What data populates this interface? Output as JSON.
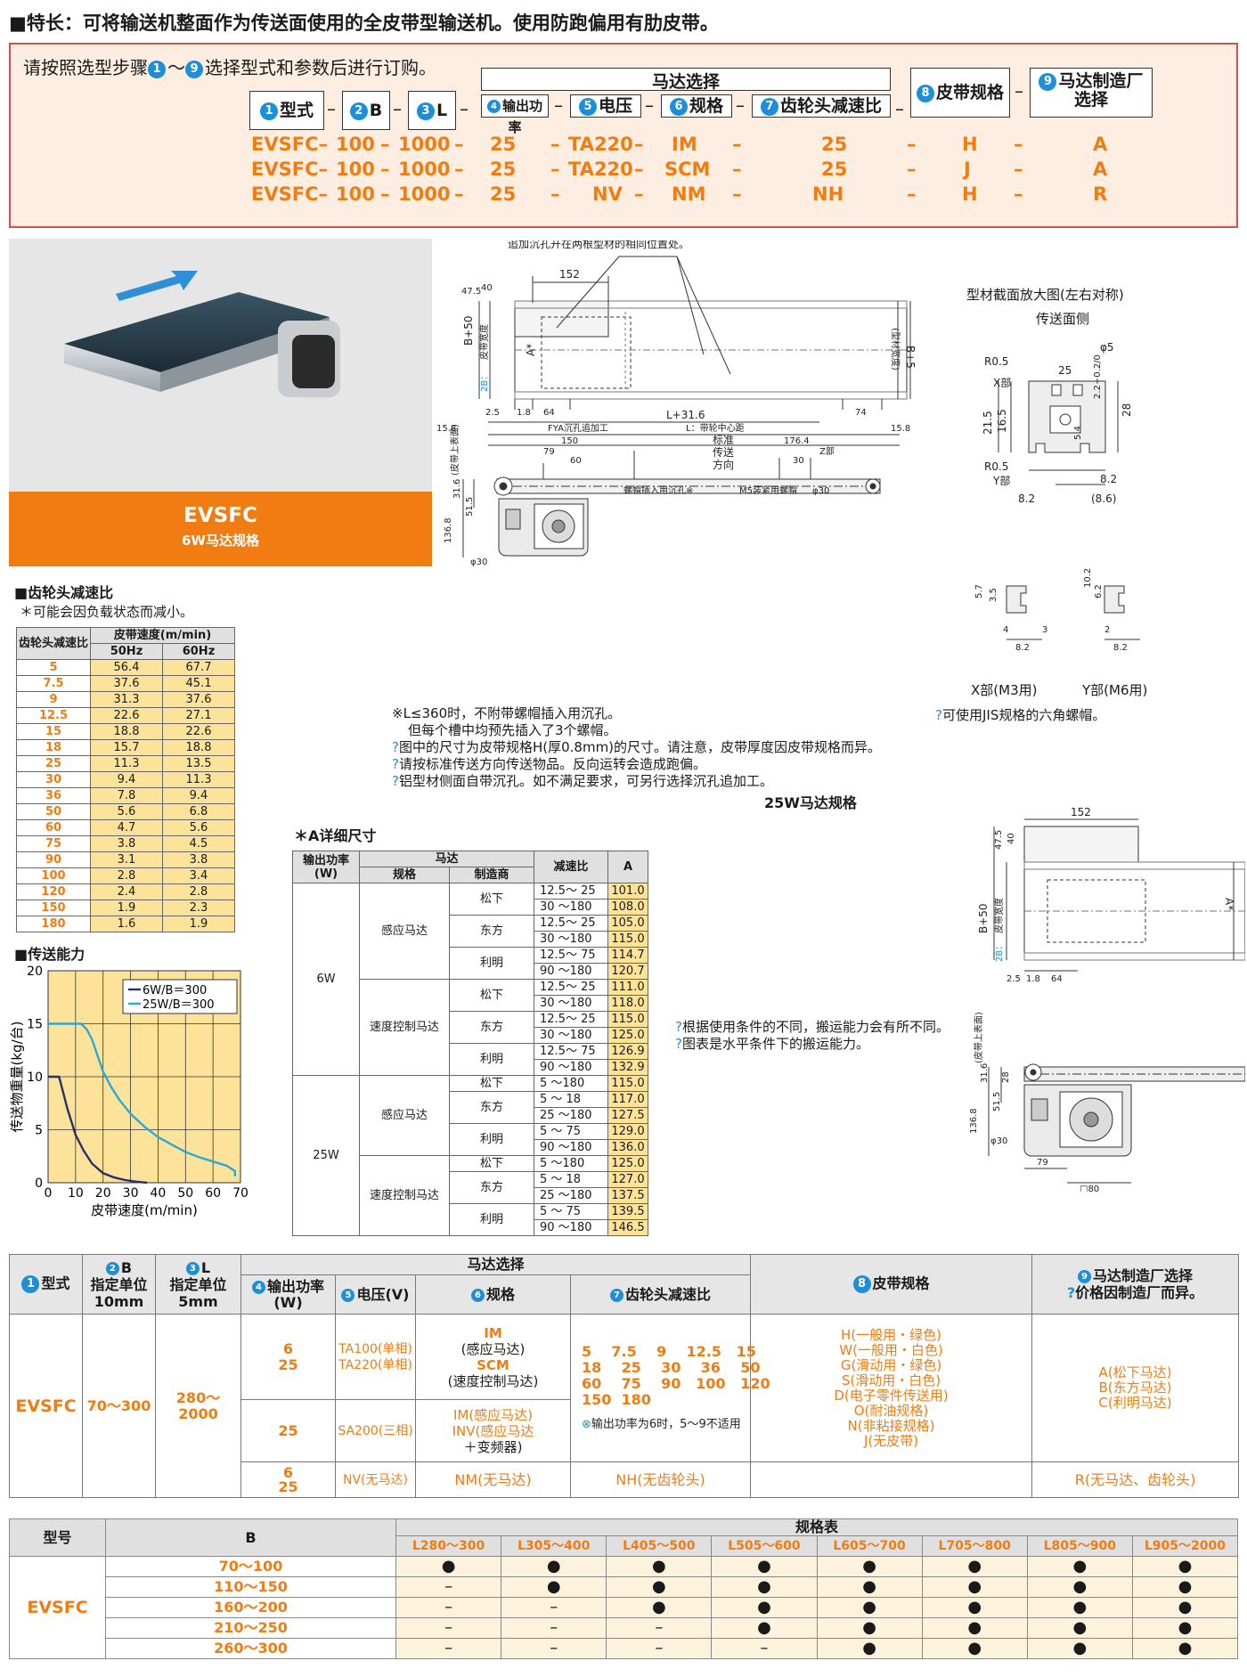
{
  "header": {
    "title": "■特长：可将输送机整面作为传送面使用的全皮带型输送机。使用防跑偏用有肋皮带。"
  },
  "order": {
    "intro_pre": "请按照选型步骤",
    "intro_n1": "1",
    "intro_tilde": "～",
    "intro_n9": "9",
    "intro_post": "选择型式和参数后进行订购。",
    "motor_group": "马达选择",
    "params": [
      {
        "n": "1",
        "label": "型式"
      },
      {
        "n": "2",
        "label": "B"
      },
      {
        "n": "3",
        "label": "L"
      },
      {
        "n": "4",
        "label": "输出功率"
      },
      {
        "n": "5",
        "label": "电压"
      },
      {
        "n": "6",
        "label": "规格"
      },
      {
        "n": "7",
        "label": "齿轮头减速比"
      },
      {
        "n": "8",
        "label": "皮带规格"
      },
      {
        "n": "9",
        "label": "马达制造厂选择"
      }
    ],
    "examples": [
      [
        "EVSFC",
        "100",
        "1000",
        "25",
        "TA220",
        "IM",
        "25",
        "H",
        "A"
      ],
      [
        "EVSFC",
        "100",
        "1000",
        "25",
        "TA220",
        "SCM",
        "25",
        "J",
        "A"
      ],
      [
        "EVSFC",
        "100",
        "1000",
        "25",
        "NV",
        "NM",
        "NH",
        "H",
        "R"
      ]
    ]
  },
  "product": {
    "name": "EVSFC",
    "sub": "6W马达规格"
  },
  "drawing6w": {
    "callout": "追加沉孔开在两根型材的相同位置处。",
    "labels": {
      "152": "152",
      "d47": "47.5",
      "d40": "40",
      "bp50": "B+50",
      "beltw": "皮带宽度",
      "bB": "B",
      "bpos": "2B：",
      "b5": "B+5",
      "prof": "(型材宽度)",
      "d25": "2.5",
      "d18": "1.8",
      "d64": "64",
      "d74": "74",
      "astar": "A*",
      "l316": "L+31.6",
      "fya": "FYA沉孔追加工",
      "lcenter": "L：带轮中心距",
      "d158": "15.8",
      "d150": "150",
      "d79": "79",
      "d60": "60",
      "d1764": "176.4",
      "std1": "标准",
      "std2": "传送",
      "std3": "方向",
      "d30": "30",
      "zpart": "Z部",
      "d316": "31.6",
      "d515": "51.5",
      "d1368": "136.8",
      "phi30": "φ30",
      "bolt": "螺帽插入用沉孔※",
      "m5": "M5装紧用螺帽",
      "lmiddle": "(皮带上表面)"
    },
    "notes": [
      "※L≤360时，不附带螺帽插入用沉孔。",
      "但每个槽中均预先插入了3个螺帽。",
      "图中的尺寸为皮带规格H(厚0.8mm)的尺寸。请注意，皮带厚度因皮带规格而异。",
      "请按标准传送方向传送物品。反向运转会造成跑偏。",
      "铝型材侧面自带沉孔。如不满足要求，可另行选择沉孔追加工。"
    ]
  },
  "profile": {
    "title": "型材截面放大图(左右对称)",
    "face": "传送面侧",
    "r05a": "R0.5",
    "xpart": "X部",
    "d25": "25",
    "phi5": "φ5",
    "tol": "2.2+0.2/0",
    "d215": "21.5",
    "d165": "16.5",
    "d3": "3",
    "d54": "5.4",
    "d28": "28",
    "r05b": "R0.5",
    "ypart": "Y部",
    "d82a": "8.2",
    "d82b": "8.2",
    "d86": "(8.6)",
    "x_label": "X部(M3用)",
    "y_label": "Y部(M6用)",
    "x57": "5.7",
    "x35": "3.5",
    "x4": "4",
    "x3": "3",
    "x82": "8.2",
    "y102": "10.2",
    "y62": "6.2",
    "y2": "2",
    "y82": "8.2",
    "jis": "可使用JIS规格的六角螺帽。"
  },
  "gear": {
    "title": "■齿轮头减速比",
    "note": "＊可能会因负载状态而减小。",
    "h_ratio": "齿轮头减速比",
    "h_speed": "皮带速度(m/min)",
    "h50": "50Hz",
    "h60": "60Hz",
    "rows": [
      [
        "5",
        "56.4",
        "67.7"
      ],
      [
        "7.5",
        "37.6",
        "45.1"
      ],
      [
        "9",
        "31.3",
        "37.6"
      ],
      [
        "12.5",
        "22.6",
        "27.1"
      ],
      [
        "15",
        "18.8",
        "22.6"
      ],
      [
        "18",
        "15.7",
        "18.8"
      ],
      [
        "25",
        "11.3",
        "13.5"
      ],
      [
        "30",
        "9.4",
        "11.3"
      ],
      [
        "36",
        "7.8",
        "9.4"
      ],
      [
        "50",
        "5.6",
        "6.8"
      ],
      [
        "60",
        "4.7",
        "5.6"
      ],
      [
        "75",
        "3.8",
        "4.5"
      ],
      [
        "90",
        "3.1",
        "3.8"
      ],
      [
        "100",
        "2.8",
        "3.4"
      ],
      [
        "120",
        "2.4",
        "2.8"
      ],
      [
        "150",
        "1.9",
        "2.3"
      ],
      [
        "180",
        "1.6",
        "1.9"
      ]
    ]
  },
  "chart_data": {
    "type": "line",
    "title": "",
    "xlabel": "皮带速度(m/min)",
    "ylabel": "传送物重量(kg/台)",
    "xlim": [
      0,
      70
    ],
    "ylim": [
      0,
      20
    ],
    "xticks": [
      0,
      10,
      20,
      30,
      40,
      50,
      60,
      70
    ],
    "yticks": [
      0,
      5,
      10,
      15,
      20
    ],
    "grid": true,
    "legend": "top-right",
    "series": [
      {
        "name": "6W/B＝300",
        "color": "#2a2f6b",
        "x": [
          0,
          4,
          7,
          10,
          13,
          16,
          20,
          24,
          28,
          32,
          36
        ],
        "y": [
          10,
          10,
          7,
          4.5,
          3,
          1.8,
          0.9,
          0.5,
          0.25,
          0.1,
          0
        ]
      },
      {
        "name": "25W/B＝300",
        "color": "#29a9d8",
        "x": [
          0,
          12,
          14,
          16,
          18,
          20,
          23,
          26,
          30,
          35,
          40,
          45,
          50,
          55,
          60,
          65,
          68,
          68
        ],
        "y": [
          15,
          15,
          14.5,
          13.5,
          12,
          10.5,
          9,
          7.8,
          6.5,
          5.3,
          4.3,
          3.6,
          2.9,
          2.4,
          2,
          1.6,
          1.1,
          0.6
        ]
      }
    ]
  },
  "capacity": {
    "title": "■传送能力",
    "notes": [
      "根据使用条件的不同，搬运能力会有所不同。",
      "图表是水平条件下的搬运能力。"
    ]
  },
  "adetail": {
    "title": "＊A详细尺寸",
    "h_power": "输出功率(W)",
    "h_motor": "马达",
    "h_spec": "规格",
    "h_maker": "制造商",
    "h_ratio": "减速比",
    "h_a": "A",
    "groups": [
      {
        "power": "6W",
        "specs": [
          {
            "spec": "感应马达",
            "makers": [
              {
                "maker": "松下",
                "rows": [
                  [
                    "12.5～ 25",
                    "101.0"
                  ],
                  [
                    "30 ～180",
                    "108.0"
                  ]
                ]
              },
              {
                "maker": "东方",
                "rows": [
                  [
                    "12.5～ 25",
                    "105.0"
                  ],
                  [
                    "30 ～180",
                    "115.0"
                  ]
                ]
              },
              {
                "maker": "利明",
                "rows": [
                  [
                    "12.5～ 75",
                    "114.7"
                  ],
                  [
                    "90 ～180",
                    "120.7"
                  ]
                ]
              }
            ]
          },
          {
            "spec": "速度控制马达",
            "makers": [
              {
                "maker": "松下",
                "rows": [
                  [
                    "12.5～ 25",
                    "111.0"
                  ],
                  [
                    "30 ～180",
                    "118.0"
                  ]
                ]
              },
              {
                "maker": "东方",
                "rows": [
                  [
                    "12.5～ 25",
                    "115.0"
                  ],
                  [
                    "30 ～180",
                    "125.0"
                  ]
                ]
              },
              {
                "maker": "利明",
                "rows": [
                  [
                    "12.5～ 75",
                    "126.9"
                  ],
                  [
                    "90 ～180",
                    "132.9"
                  ]
                ]
              }
            ]
          }
        ]
      },
      {
        "power": "25W",
        "specs": [
          {
            "spec": "感应马达",
            "makers": [
              {
                "maker": "松下",
                "rows": [
                  [
                    "5 ～180",
                    "115.0"
                  ]
                ]
              },
              {
                "maker": "东方",
                "rows": [
                  [
                    "5 ～ 18",
                    "117.0"
                  ],
                  [
                    "25 ～180",
                    "127.5"
                  ]
                ]
              },
              {
                "maker": "利明",
                "rows": [
                  [
                    "5 ～ 75",
                    "129.0"
                  ],
                  [
                    "90 ～180",
                    "136.0"
                  ]
                ]
              }
            ]
          },
          {
            "spec": "速度控制马达",
            "makers": [
              {
                "maker": "松下",
                "rows": [
                  [
                    "5 ～180",
                    "125.0"
                  ]
                ]
              },
              {
                "maker": "东方",
                "rows": [
                  [
                    "5 ～ 18",
                    "127.0"
                  ],
                  [
                    "25 ～180",
                    "137.5"
                  ]
                ]
              },
              {
                "maker": "利明",
                "rows": [
                  [
                    "5 ～ 75",
                    "139.5"
                  ],
                  [
                    "90 ～180",
                    "146.5"
                  ]
                ]
              }
            ]
          }
        ]
      }
    ]
  },
  "drawing25w": {
    "title": "25W马达规格",
    "d152": "152",
    "d47": "47.5",
    "d40": "40",
    "bp50": "B+50",
    "beltw": "皮带宽度",
    "bpos": "2B：",
    "astar": "A*",
    "d25": "2.5",
    "d18": "1.8",
    "d64": "64",
    "d316": "31.6",
    "d28": "28",
    "d515": "51.5",
    "d1368": "136.8",
    "phi30": "φ30",
    "d79": "79",
    "d80": "□80",
    "lmiddle": "(皮带上表面)"
  },
  "spec": {
    "h_type": "型式",
    "h_b": "B",
    "h_b_sub1": "指定单位",
    "h_b_sub2": "10mm",
    "h_l": "L",
    "h_l_sub1": "指定单位",
    "h_l_sub2": "5mm",
    "h_motor": "马达选择",
    "h_power": "输出功率(W)",
    "h_volt": "电压(V)",
    "h_spec": "规格",
    "h_ratio": "齿轮头减速比",
    "h_belt": "皮带规格",
    "h_maker": "马达制造厂选择",
    "h_maker_sub": "价格因制造厂而异。",
    "type": "EVSFC",
    "b": "70～300",
    "l": "280～2000",
    "p1": "6\n25",
    "v1a": "TA100(单相)",
    "v1b": "TA220(单相)",
    "s1a": "IM",
    "s1b": "(感应马达)",
    "s1c": "SCM",
    "s1d": "(速度控制马达)",
    "r_a": "5    7.5    9    12.5   15",
    "r_b": "18    25    30    36    50",
    "r_c": "60    75    90   100   120",
    "r_d": "150  180",
    "p2": "25",
    "v2": "SA200(三相)",
    "s2a": "IM(感应马达)",
    "s2b": "INV(感应马达",
    "s2c": "＋变频器)",
    "r_note": "输出功率为6时，5～9不适用",
    "p3": "6\n25",
    "v3": "NV(无马达)",
    "s3": "NM(无马达)",
    "r3": "NH(无齿轮头)",
    "belts": [
      "H(一般用・绿色)",
      "W(一般用・白色)",
      "G(滑动用・绿色)",
      "S(滑动用・白色)",
      "D(电子零件传送用)",
      "O(耐油规格)",
      "N(非粘接规格)",
      "J(无皮带)"
    ],
    "makers": [
      "A(松下马达)",
      "B(东方马达)",
      "C(利明马达)"
    ],
    "maker_r": "R(无马达、齿轮头)"
  },
  "avail": {
    "h_type": "型号",
    "h_b": "B",
    "h_table": "规格表",
    "cols": [
      "L280～300",
      "L305～400",
      "L405～500",
      "L505～600",
      "L605～700",
      "L705～800",
      "L805～900",
      "L905～2000"
    ],
    "type": "EVSFC",
    "rows": [
      {
        "b": "70～100",
        "v": [
          "●",
          "●",
          "●",
          "●",
          "●",
          "●",
          "●",
          "●"
        ]
      },
      {
        "b": "110～150",
        "v": [
          "–",
          "●",
          "●",
          "●",
          "●",
          "●",
          "●",
          "●"
        ]
      },
      {
        "b": "160～200",
        "v": [
          "–",
          "–",
          "●",
          "●",
          "●",
          "●",
          "●",
          "●"
        ]
      },
      {
        "b": "210～250",
        "v": [
          "–",
          "–",
          "–",
          "●",
          "●",
          "●",
          "●",
          "●"
        ]
      },
      {
        "b": "260～300",
        "v": [
          "–",
          "–",
          "–",
          "–",
          "●",
          "●",
          "●",
          "●"
        ]
      }
    ]
  }
}
